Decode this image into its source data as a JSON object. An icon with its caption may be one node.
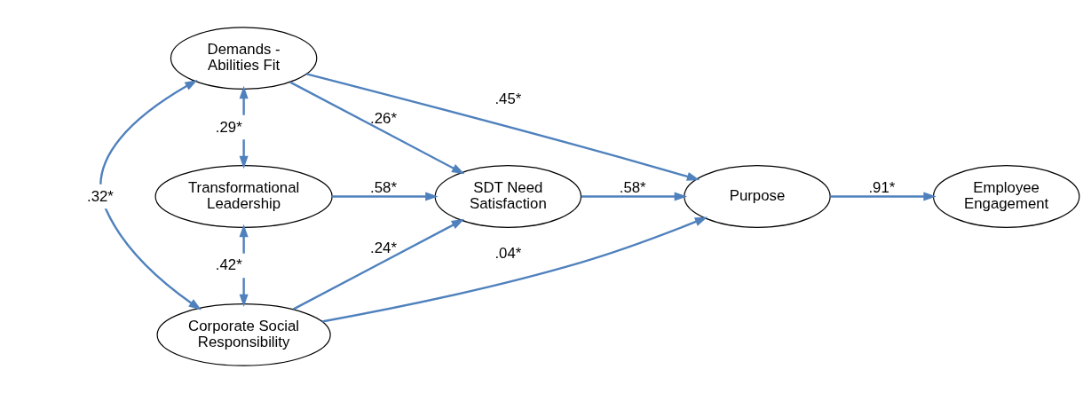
{
  "diagram": {
    "nodes": [
      {
        "text": [
          "Demands - Abilities Fit"
        ]
      },
      {
        "text": [
          "Transformational Leadership"
        ]
      },
      {
        "text": [
          "Corporate Social Responsibility"
        ]
      },
      {
        "text": [
          "SDT Need Satisfaction"
        ]
      },
      {
        "text": [
          "Purpose"
        ]
      },
      {
        "text": [
          "Employee Engagement"
        ]
      }
    ],
    "edges": [
      {
        "from": 0,
        "to": 4,
        "arrow": "to",
        "label": ".45*"
      },
      {
        "from": 0,
        "to": 3,
        "arrow": "to",
        "label": ".26*"
      },
      {
        "from": 1,
        "to": 3,
        "arrow": "to",
        "label": ".58*"
      },
      {
        "from": 2,
        "to": 3,
        "arrow": "to",
        "label": ".24*"
      },
      {
        "from": 2,
        "to": 4,
        "arrow": "to",
        "label": ".04*"
      },
      {
        "from": 3,
        "to": 4,
        "arrow": "to",
        "label": ".58*"
      },
      {
        "from": 4,
        "to": 5,
        "arrow": "to",
        "label": ".91*"
      },
      {
        "from": 0,
        "to": 1,
        "arrow": "both",
        "label": ".29*"
      },
      {
        "from": 1,
        "to": 2,
        "arrow": "both",
        "label": ".42*"
      },
      {
        "from": 0,
        "to": 2,
        "arrow": "both",
        "label": ".32*"
      }
    ]
  }
}
